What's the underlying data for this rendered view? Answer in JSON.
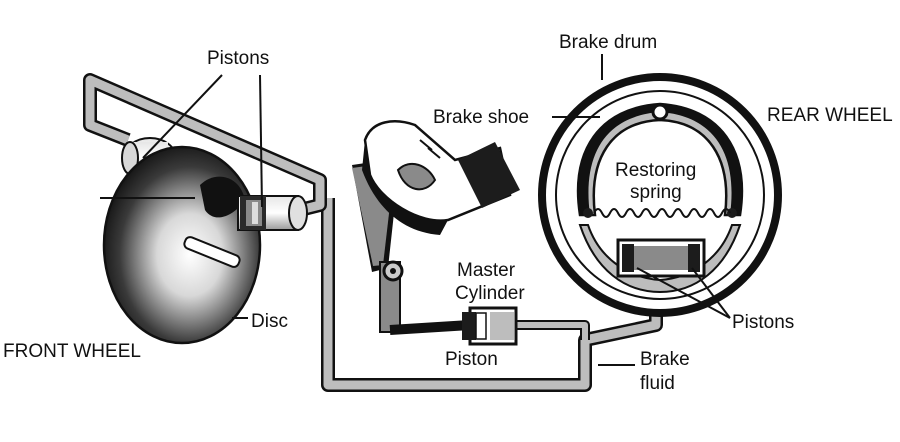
{
  "labels": {
    "pistons_front": "Pistons",
    "disc": "Disc",
    "front_wheel": "FRONT WHEEL",
    "master_cylinder_line1": "Master",
    "master_cylinder_line2": "Cylinder",
    "piston": "Piston",
    "brake_drum": "Brake drum",
    "brake_shoe": "Brake shoe",
    "rear_wheel": "REAR WHEEL",
    "restoring_spring_line1": "Restoring",
    "restoring_spring_line2": "spring",
    "pistons_rear": "Pistons",
    "brake_fluid_line1": "Brake",
    "brake_fluid_line2": "fluid"
  },
  "colors": {
    "outline": "#111111",
    "pipe_fill": "#bdbdbd",
    "dark_part": "#1c1c1c",
    "fluid_gray": "#8a8a8a"
  }
}
